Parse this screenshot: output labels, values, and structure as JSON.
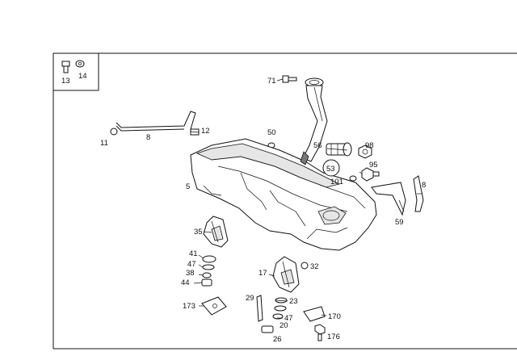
{
  "labels": {
    "l13": "13",
    "l14": "14",
    "l71": "71",
    "l12": "12",
    "l11": "11",
    "l8a": "8",
    "l50": "50",
    "l56": "56",
    "l98": "98",
    "l95": "95",
    "l53": "53",
    "l101": "101",
    "l8b": "8",
    "l5": "5",
    "l59": "59",
    "l35": "35",
    "l41": "41",
    "l47a": "47",
    "l38": "38",
    "l44": "44",
    "l17": "17",
    "l32": "32",
    "l173": "173",
    "l29": "29",
    "l23": "23",
    "l170": "170",
    "l47b": "47",
    "l20": "20",
    "l176": "176",
    "l26": "26"
  }
}
